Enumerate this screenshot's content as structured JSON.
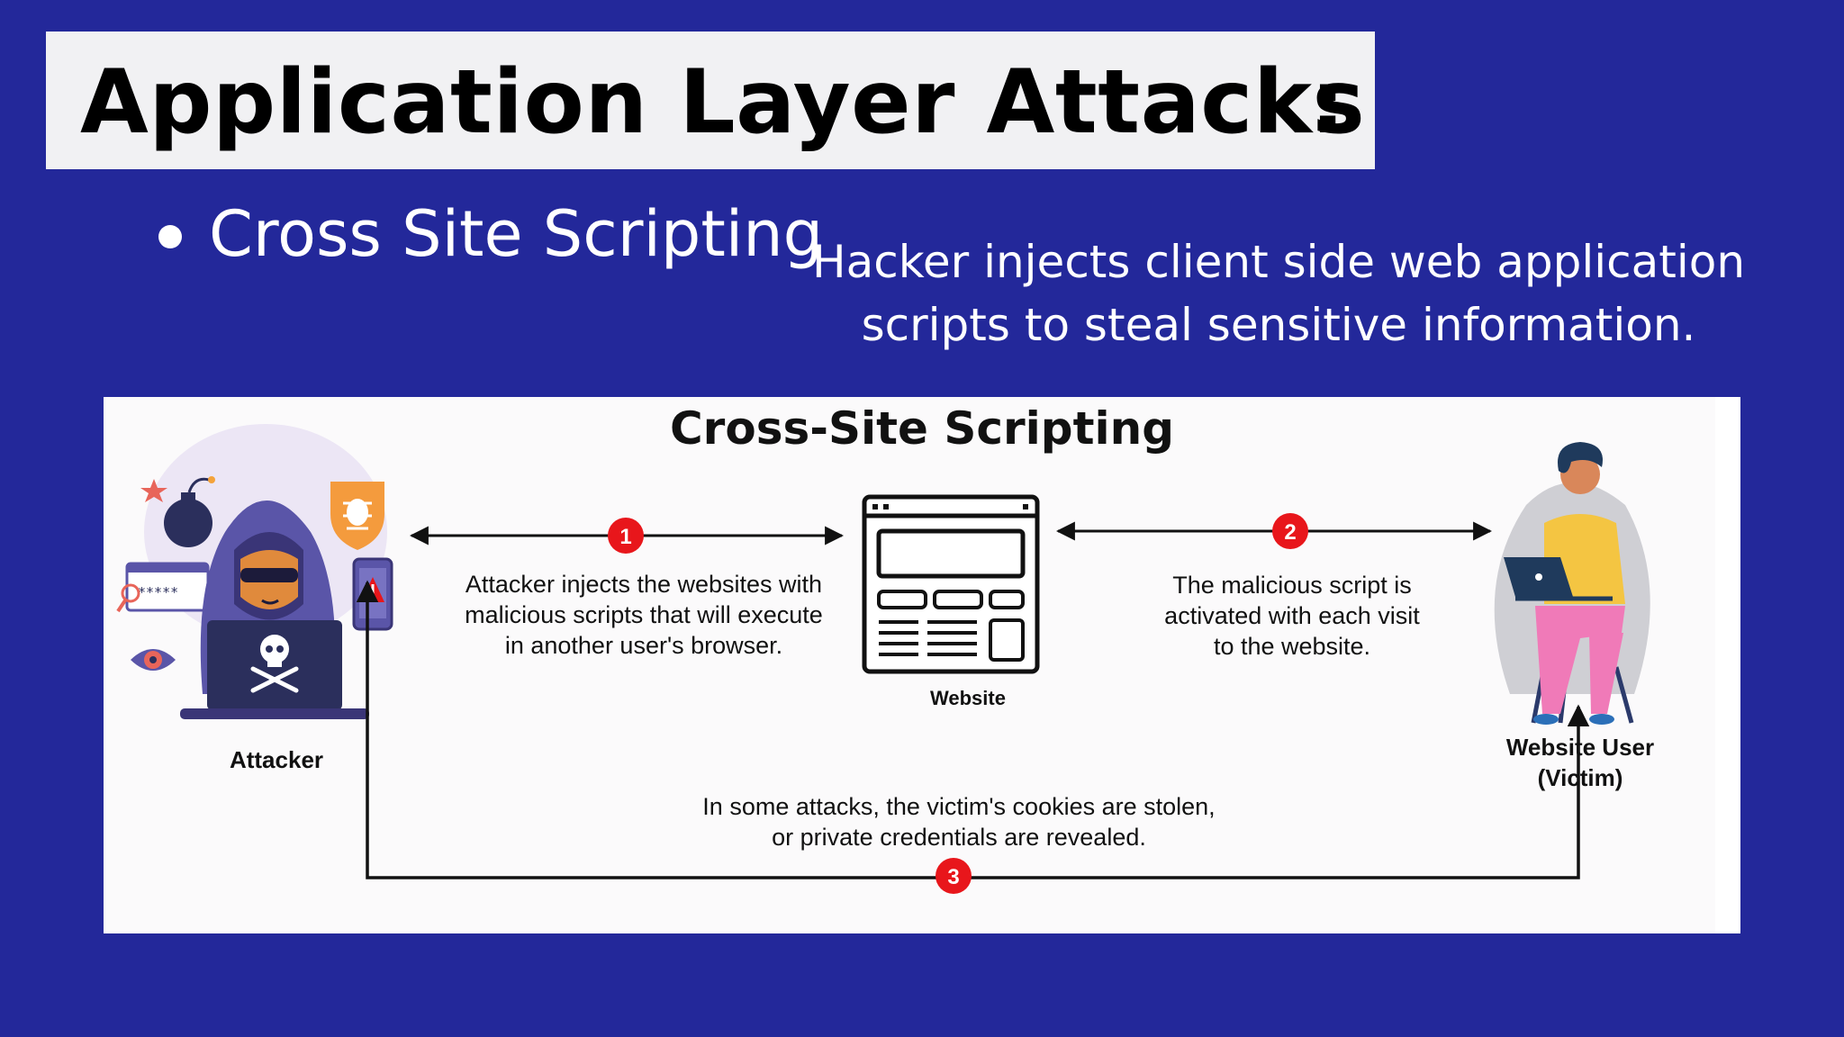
{
  "slide": {
    "title": "Application Layer Attacks",
    "title_colon": ":",
    "bullet": "Cross Site Scripting",
    "description_lines": [
      "Hacker injects client side web application",
      "scripts to steal sensitive information."
    ]
  },
  "diagram": {
    "title": "Cross-Site Scripting",
    "attacker_label": "Attacker",
    "website_label": "Website",
    "victim_label_lines": [
      "Website User",
      "(Victim)"
    ],
    "steps": [
      {
        "number": "1",
        "lines": [
          "Attacker injects the websites with",
          "malicious scripts that will execute",
          "in another user's browser."
        ]
      },
      {
        "number": "2",
        "lines": [
          "The malicious script is",
          "activated with each visit",
          "to the website."
        ]
      },
      {
        "number": "3",
        "lines": [
          "In some attacks, the victim's cookies are stolen,",
          "or private credentials are revealed."
        ]
      }
    ],
    "attacker_icons": {
      "password_field": "*****"
    }
  },
  "colors": {
    "background": "#23289a",
    "title_box": "#f1f1f3",
    "badge": "#e8161b",
    "hacker_purple": "#5a55a8",
    "victim_shirt": "#f4c542",
    "victim_pants": "#f07ab8"
  }
}
